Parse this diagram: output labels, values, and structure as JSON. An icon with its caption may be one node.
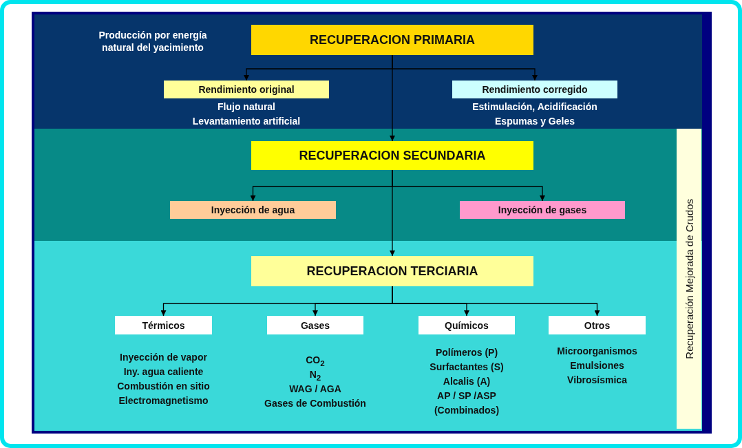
{
  "diagram": {
    "nodes": [
      {
        "text": [
          "RECUPERACION PRIMARIA"
        ]
      },
      {
        "text": [
          "Rendimiento original"
        ],
        "beside": [
          "Flujo natural",
          "Levantamiento artificial"
        ]
      },
      {
        "text": [
          "Rendimiento corregido"
        ],
        "beside": [
          "Estimulación, Acidificación",
          "Espumas y Geles"
        ]
      },
      {
        "text": [
          "RECUPERACION SECUNDARIA"
        ]
      },
      {
        "text": [
          "Inyección de agua"
        ]
      },
      {
        "text": [
          "Inyección de gases"
        ]
      },
      {
        "text": [
          "RECUPERACION TERCIARIA"
        ]
      },
      {
        "text": [
          "Térmicos"
        ],
        "beside": [
          "Inyección de vapor",
          "Iny. agua caliente",
          "Combustión en sitio",
          "Electromagnetismo"
        ]
      },
      {
        "text": [
          "Gases"
        ],
        "beside": [
          "CO$_{2}$",
          "N$_{2}$",
          "WAG / AGA",
          "Gases de Combustión"
        ]
      },
      {
        "text": [
          "Químicos"
        ],
        "beside": [
          "Polímeros (P)",
          "Surfactantes (S)",
          "Alcalis (A)",
          "AP / SP /ASP",
          "(Combinados)"
        ]
      },
      {
        "text": [
          "Otros"
        ],
        "beside": [
          "Microorganismos",
          "Emulsiones",
          "Vibrosísmica"
        ]
      },
      {
        "text": [
          "Recuperación Mejorada de Crudos"
        ]
      }
    ],
    "edges": [
      {
        "from": 0,
        "to": 1,
        "arrow": "to"
      },
      {
        "from": 0,
        "to": 2,
        "arrow": "to"
      },
      {
        "from": 0,
        "to": 3,
        "arrow": "to"
      },
      {
        "from": 3,
        "to": 4,
        "arrow": "to"
      },
      {
        "from": 3,
        "to": 5,
        "arrow": "to"
      },
      {
        "from": 3,
        "to": 6,
        "arrow": "to"
      },
      {
        "from": 6,
        "to": 7,
        "arrow": "to"
      },
      {
        "from": 6,
        "to": 8,
        "arrow": "to"
      },
      {
        "from": 6,
        "to": 9,
        "arrow": "to"
      },
      {
        "from": 6,
        "to": 10,
        "arrow": "to"
      }
    ],
    "labels": [
      "Producción por energía natural del yacimiento"
    ]
  }
}
